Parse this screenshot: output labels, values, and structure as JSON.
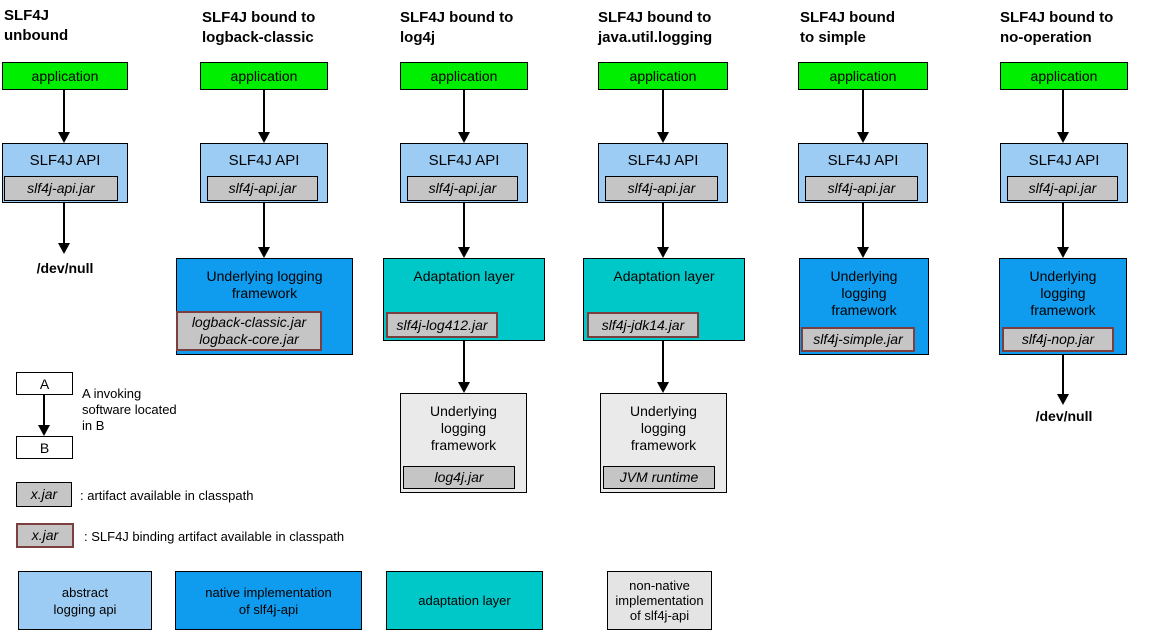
{
  "colors": {
    "green": "#00EE00",
    "light_blue": "#9CCCF4",
    "blue": "#0F9BEE",
    "teal": "#00C8C8",
    "jar_gray": "#C5C5C5",
    "light_gray": "#EAEAEA",
    "legend_gray": "#E4E4E4",
    "binding_border": "#7C3F3F"
  },
  "columns": [
    {
      "title": "SLF4J\nunbound",
      "application_label": "application",
      "api_label": "SLF4J API",
      "api_jar": "slf4j-api.jar",
      "output_label": "/dev/null"
    },
    {
      "title": "SLF4J bound to\nlogback-classic",
      "application_label": "application",
      "api_label": "SLF4J API",
      "api_jar": "slf4j-api.jar",
      "framework_label": "Underlying logging\nframework",
      "framework_jar": "logback-classic.jar\nlogback-core.jar"
    },
    {
      "title": "SLF4J bound to\nlog4j",
      "application_label": "application",
      "api_label": "SLF4J API",
      "api_jar": "slf4j-api.jar",
      "adaptation_label": "Adaptation layer",
      "adaptation_jar": "slf4j-log412.jar",
      "framework_label": "Underlying\nlogging\nframework",
      "framework_jar": "log4j.jar"
    },
    {
      "title": "SLF4J bound to\njava.util.logging",
      "application_label": "application",
      "api_label": "SLF4J API",
      "api_jar": "slf4j-api.jar",
      "adaptation_label": "Adaptation layer",
      "adaptation_jar": "slf4j-jdk14.jar",
      "framework_label": "Underlying\nlogging\nframework",
      "framework_jar": "JVM runtime"
    },
    {
      "title": "SLF4J bound\nto simple",
      "application_label": "application",
      "api_label": "SLF4J API",
      "api_jar": "slf4j-api.jar",
      "framework_label": "Underlying\nlogging\nframework",
      "framework_jar": "slf4j-simple.jar"
    },
    {
      "title": "SLF4J bound to\nno-operation",
      "application_label": "application",
      "api_label": "SLF4J API",
      "api_jar": "slf4j-api.jar",
      "framework_label": "Underlying\nlogging\nframework",
      "framework_jar": "slf4j-nop.jar",
      "output_label": "/dev/null"
    }
  ],
  "legend": {
    "invoke_a": "A",
    "invoke_b": "B",
    "invoke_text": "A invoking\nsoftware located\nin B",
    "artifact_box": "x.jar",
    "artifact_text": ": artifact available in classpath",
    "binding_box": "x.jar",
    "binding_text": ": SLF4J binding artifact available in classpath"
  },
  "bottom_legend": [
    {
      "label": "abstract\nlogging api"
    },
    {
      "label": "native implementation\nof slf4j-api"
    },
    {
      "label": "adaptation layer"
    },
    {
      "label": "non-native\nimplementation\nof slf4j-api"
    }
  ]
}
